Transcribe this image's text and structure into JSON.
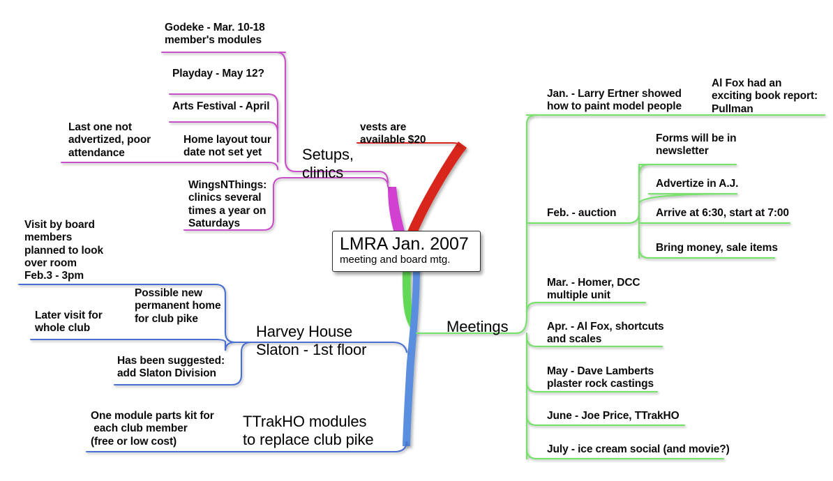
{
  "center": {
    "title": "LMRA Jan. 2007",
    "subtitle": "meeting and board mtg."
  },
  "colors": {
    "magenta_trunk": "#d13fd1",
    "magenta_line": "#c850c8",
    "red_trunk": "#d8261f",
    "red_line": "#d8261f",
    "green_trunk": "#62d957",
    "green_line": "#79e06e",
    "blue_trunk": "#5a8fe0",
    "blue_line": "#4a6fd0",
    "box_border": "#2b2b2b",
    "text": "#000000",
    "background": "#ffffff"
  },
  "branches": {
    "setups": {
      "label": "Setups,\nclinics",
      "children": [
        {
          "label": "Godeke - Mar. 10-18\nmember's modules"
        },
        {
          "label": "Playday - May 12?"
        },
        {
          "label": "Arts Festival - April"
        },
        {
          "label": "Home layout tour\ndate not set yet",
          "children": [
            {
              "label": "Last one not\nadvertized, poor\nattendance"
            }
          ]
        },
        {
          "label": "WingsNThings:\nclinics several\ntimes a year on\nSaturdays"
        }
      ]
    },
    "vests": {
      "label": "vests are\navailable $20"
    },
    "meetings": {
      "label": "Meetings",
      "children": [
        {
          "label": "Jan. - Larry Ertner showed\nhow to paint model people",
          "children": [
            {
              "label": "Al Fox had an\nexciting book report:\nPullman"
            }
          ]
        },
        {
          "label": "Feb. - auction",
          "children": [
            {
              "label": "Forms will be in\nnewsletter"
            },
            {
              "label": "Advertize in A.J."
            },
            {
              "label": "Arrive at 6:30, start at 7:00"
            },
            {
              "label": "Bring money, sale items"
            }
          ]
        },
        {
          "label": "Mar. - Homer, DCC\nmultiple unit"
        },
        {
          "label": "Apr. - Al Fox, shortcuts\nand scales"
        },
        {
          "label": "May - Dave Lamberts\nplaster rock castings"
        },
        {
          "label": "June - Joe Price, TTrakHO"
        },
        {
          "label": "July - ice cream social (and movie?)"
        }
      ]
    },
    "harvey": {
      "label": "Harvey House\nSlaton - 1st floor",
      "children": [
        {
          "label": "Possible new\npermanent home\nfor club pike",
          "children": [
            {
              "label": "Visit by board\nmembers\nplanned to look\nover room\nFeb.3 - 3pm"
            },
            {
              "label": "Later visit for\nwhole club"
            }
          ]
        },
        {
          "label": "Has been suggested:\nadd Slaton Division"
        }
      ]
    },
    "ttrak": {
      "label": "TTrakHO modules\nto replace club pike",
      "children": [
        {
          "label": "One module parts kit for\n each club member\n(free or low cost)"
        }
      ]
    }
  }
}
